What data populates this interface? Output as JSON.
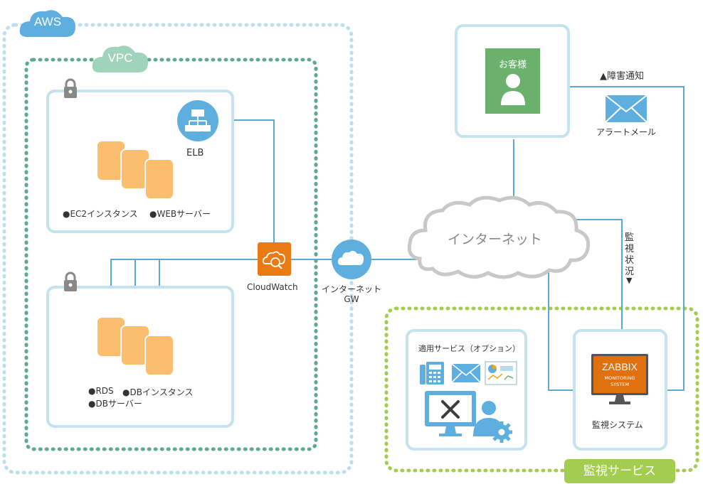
{
  "colors": {
    "aws_border": "#bcdff0",
    "vpc_border": "#5eaa8c",
    "monitor_border": "#a3cd4e",
    "box_border": "#c5e2ef",
    "line": "#5eaacd",
    "server": "#fbbe6e",
    "cloudwatch": "#ea7a13",
    "igw": "#5eaee0",
    "customer": "#6cb06e",
    "zabbix": "#e1710f"
  },
  "aws": {
    "label": "AWS"
  },
  "vpc": {
    "label": "VPC"
  },
  "web_subnet": {
    "lock_icon": "lock-icon",
    "elb_label": "ELB",
    "ec2_label": "●EC2インスタンス",
    "web_label": "●WEBサーバー"
  },
  "db_subnet": {
    "lock_icon": "lock-icon",
    "rds_label": "●RDS",
    "db_instance_label": "●DBインスタンス",
    "db_server_label": "●DBサーバー"
  },
  "cloudwatch": {
    "label": "CloudWatch"
  },
  "internet_gateway": {
    "label_line1": "インターネット",
    "label_line2": "GW"
  },
  "internet": {
    "label": "インターネット"
  },
  "customer": {
    "label": "お客様"
  },
  "alert": {
    "title": "▲障害通知",
    "mail_label": "アラートメール"
  },
  "monitoring_status": {
    "label": "監視状況",
    "arrow": "▼"
  },
  "monitoring_service": {
    "label": "監視サービス"
  },
  "applied_services": {
    "title": "適用サービス（オプション）"
  },
  "monitoring_system": {
    "zabbix_title": "ZABBIX",
    "zabbix_sub1": "MONITORING",
    "zabbix_sub2": "SYSTEM",
    "label": "監視システム"
  }
}
